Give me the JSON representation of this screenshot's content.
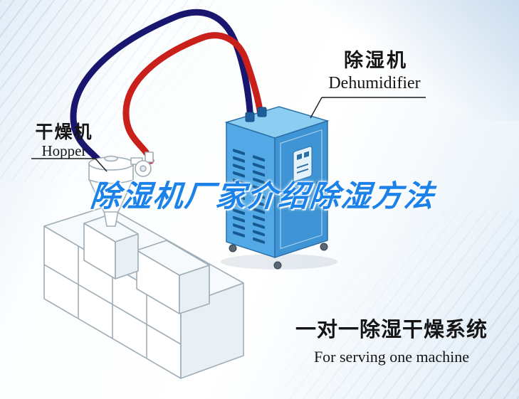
{
  "labels": {
    "dehumidifier_zh": "除湿机",
    "dehumidifier_en": "Dehumidifier",
    "hopper_zh": "干燥机",
    "hopper_en": "Hopper"
  },
  "headline": {
    "text": "除湿机厂家介绍除湿方法",
    "color": "#1b82ea"
  },
  "caption": {
    "zh": "一对一除湿干燥系统",
    "en": "For serving one machine"
  },
  "colors": {
    "pipe_red": "#c9201c",
    "pipe_navy": "#191670",
    "machine_front": "#52a9e6",
    "machine_side": "#3e94d4",
    "machine_top": "#8ccdf2",
    "vent_slat": "#155a91",
    "lineart": "#9fadb6",
    "label_text": "#151515"
  }
}
